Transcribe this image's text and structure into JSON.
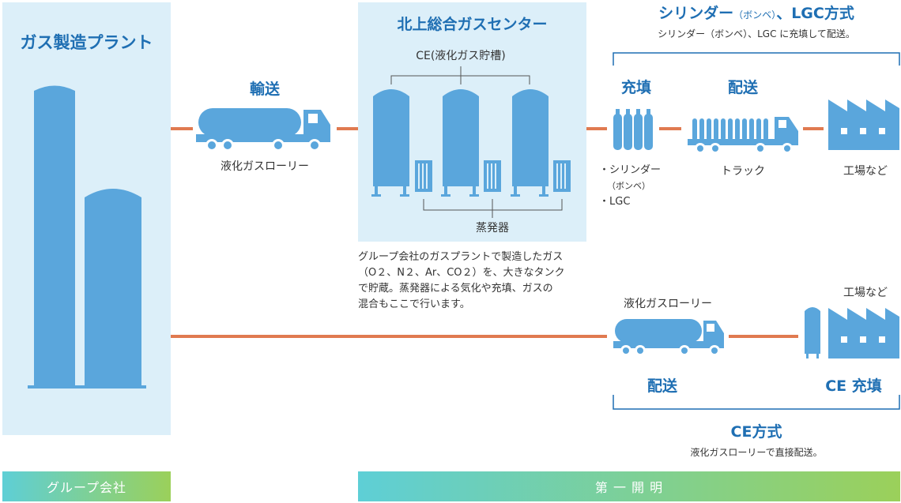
{
  "gas_plant": {
    "title": "ガス製造プラント"
  },
  "transport": {
    "title": "輸送",
    "vehicle": "液化ガスローリー"
  },
  "center": {
    "title": "北上総合ガスセンター",
    "ce_label": "CE(液化ガス貯槽)",
    "vaporizer_label": "蒸発器",
    "description": [
      "グループ会社のガスプラントで製造したガス",
      "（O２、N２、Ar、CO２）を、大きなタンク",
      "で貯蔵。蒸発器による気化や充填、ガスの",
      "混合もここで行います。"
    ]
  },
  "cylinder_method": {
    "title_main": "シリンダー",
    "title_paren": "（ボンベ）",
    "title_suffix": "、LGC方式",
    "subtitle": "シリンダー（ボンベ）、LGC に充填して配送。",
    "fill_label": "充填",
    "delivery_label": "配送",
    "items": [
      "・シリンダー",
      "（ボンベ）",
      "・LGC"
    ],
    "truck": "トラック",
    "factory": "工場など"
  },
  "ce_method": {
    "title": "CE方式",
    "subtitle": "液化ガスローリーで直接配送。",
    "vehicle": "液化ガスローリー",
    "factory": "工場など",
    "delivery_label": "配送",
    "fill_label": "CE 充填"
  },
  "footer": {
    "left": "グループ会社",
    "right": "第 一 開 明"
  },
  "colors": {
    "panel": "#dceff9",
    "shape": "#5aa6dc",
    "line": "#e07a50",
    "title": "#1f6fb3",
    "bar_from": "#5ecfd6",
    "bar_to": "#9bd05a"
  }
}
